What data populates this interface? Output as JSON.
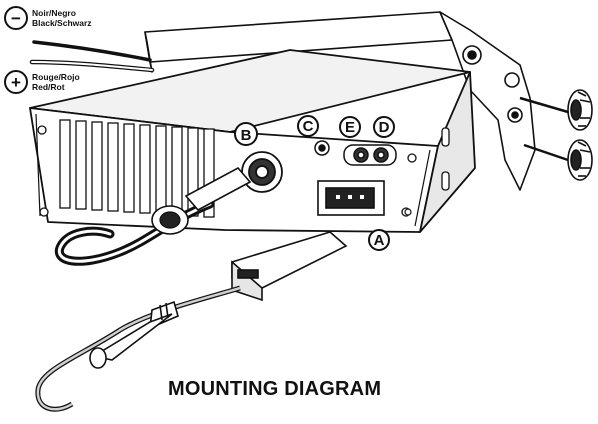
{
  "title": "MOUNTING DIAGRAM",
  "polarity": {
    "negative": {
      "symbol": "−",
      "line1": "Noir/Negro",
      "line2": "Black/Schwarz"
    },
    "positive": {
      "symbol": "+",
      "line1": "Rouge/Rojo",
      "line2": "Red/Rot"
    }
  },
  "callouts": {
    "A": "A",
    "B": "B",
    "C": "C",
    "D": "D",
    "E": "E"
  }
}
